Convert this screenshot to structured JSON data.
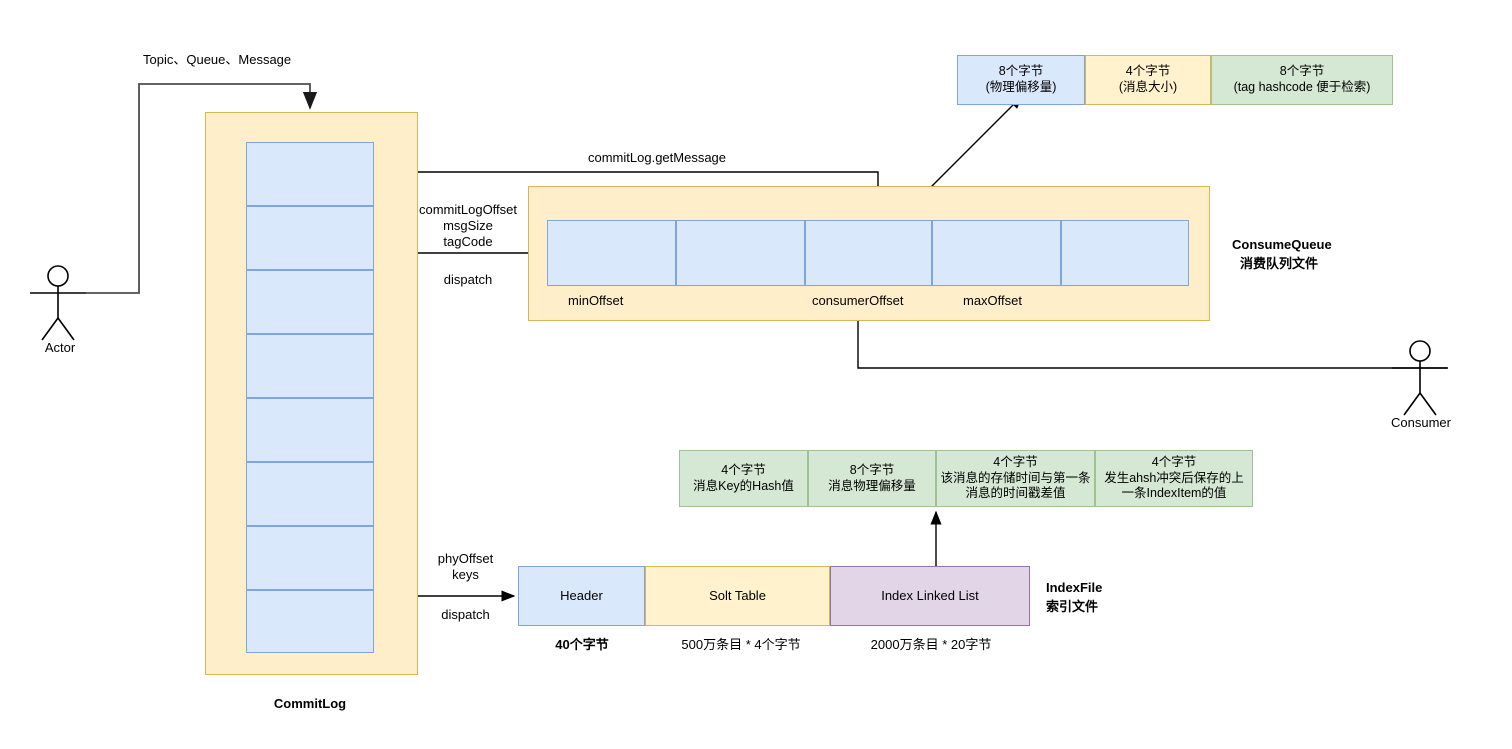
{
  "diagram": {
    "title_actor": "Actor",
    "title_consumer": "Consumer"
  },
  "actor": {
    "label": "Actor",
    "flow_label": "Topic、Queue、Message"
  },
  "consumer": {
    "label": "Consumer"
  },
  "commitlog": {
    "label": "CommitLog",
    "cell_count": 8
  },
  "dispatch_cq": {
    "line1": "commitLogOffset",
    "line2": "msgSize",
    "line3": "tagCode",
    "action": "dispatch"
  },
  "dispatch_index": {
    "line1": "phyOffset",
    "line2": "keys",
    "action": "dispatch"
  },
  "get_message": {
    "label": "commitLog.getMessage"
  },
  "consumequeue": {
    "title_en": "ConsumeQueue",
    "title_cn": "消费队列文件",
    "offsets": {
      "min": "minOffset",
      "consumer": "consumerOffset",
      "max": "maxOffset"
    },
    "cell_count": 5
  },
  "cq_entry": {
    "fields": [
      {
        "size": "8个字节",
        "desc": "(物理偏移量)",
        "color": "#dae8fc",
        "kind": "blue"
      },
      {
        "size": "4个字节",
        "desc": "(消息大小)",
        "color": "#fff2cc",
        "kind": "yellow"
      },
      {
        "size": "8个字节",
        "desc": "(tag hashcode 便于检索)",
        "color": "#d5e8d4",
        "kind": "green"
      }
    ]
  },
  "index_entry": {
    "fields": [
      {
        "size": "4个字节",
        "desc": "消息Key的Hash值"
      },
      {
        "size": "8个字节",
        "desc": "消息物理偏移量"
      },
      {
        "size": "4个字节",
        "desc": "该消息的存储时间与第一条消息的时间戳差值"
      },
      {
        "size": "4个字节",
        "desc": "发生ahsh冲突后保存的上一条IndexItem的值"
      }
    ]
  },
  "indexfile": {
    "title_en": "IndexFile",
    "title_cn": "索引文件",
    "segments": [
      {
        "name": "Header",
        "size": "40个字节",
        "kind": "blue",
        "bold_size": true
      },
      {
        "name": "Solt Table",
        "size": "500万条目 * 4个字节",
        "kind": "yellow",
        "bold_size": false
      },
      {
        "name": "Index Linked List",
        "size": "2000万条目 * 20字节",
        "kind": "purple",
        "bold_size": false
      }
    ]
  },
  "colors": {
    "blue_fill": "#dae8fc",
    "blue_stroke": "#7ea6d9",
    "yellow_fill": "#fff2cc",
    "yellow_stroke": "#d6b656",
    "yellow_container": "#ffeec9",
    "green_fill": "#d5e8d4",
    "green_stroke": "#9dc393",
    "purple_fill": "#e1d5e7",
    "purple_stroke": "#9673a6",
    "line": "#000000"
  }
}
